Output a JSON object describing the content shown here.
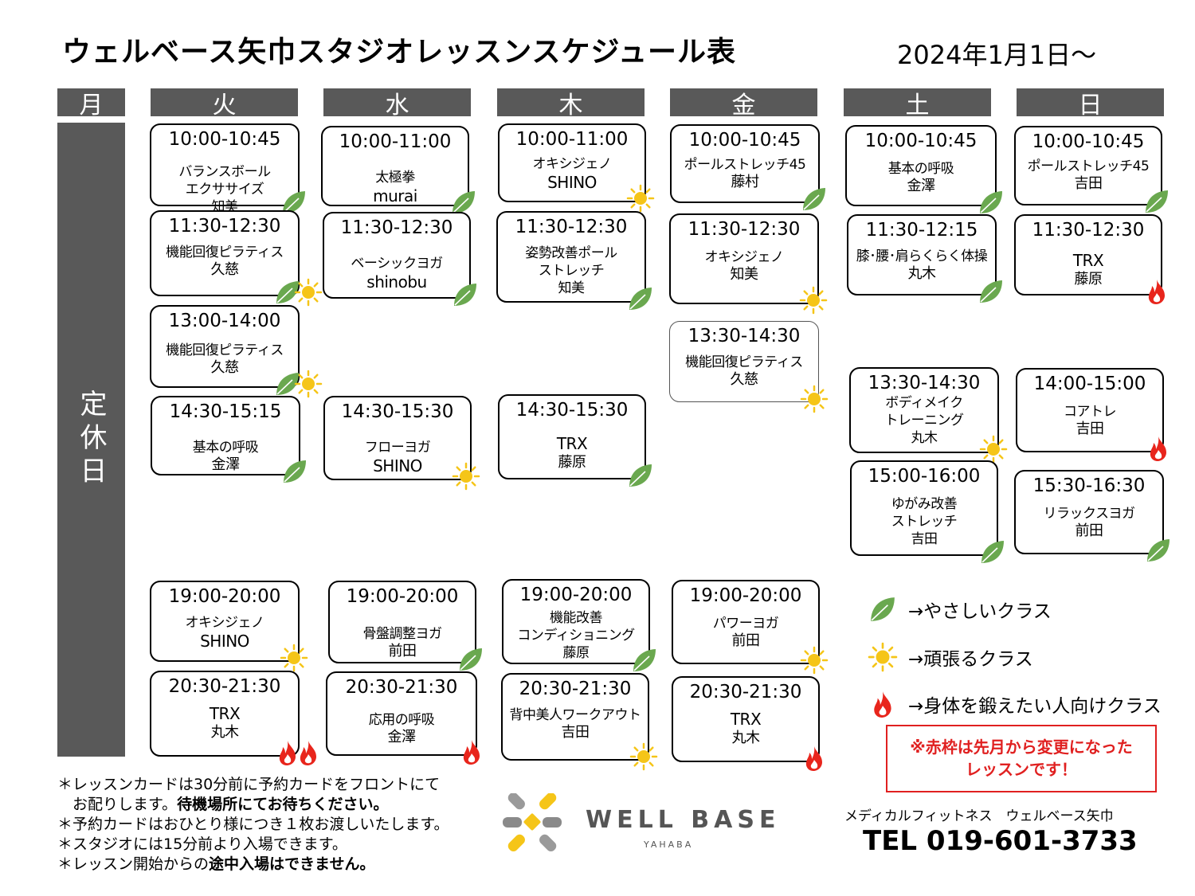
{
  "header": {
    "title": "ウェルベース矢巾スタジオレッスンスケジュール表",
    "date": "2024年1月1日～"
  },
  "days": [
    "月",
    "火",
    "水",
    "木",
    "金",
    "土",
    "日"
  ],
  "closed_label": "定休日",
  "lessons": {
    "tue": [
      {
        "time": "10:00-10:45",
        "lines": [
          "バランスボール",
          "エクササイズ",
          "知美"
        ],
        "icons": [
          "leaf-icon"
        ]
      },
      {
        "time": "11:30-12:30",
        "lines": [
          "機能回復ピラティス",
          "久慈"
        ],
        "icons": [
          "leaf-icon",
          "sun-icon"
        ]
      },
      {
        "time": "13:00-14:00",
        "lines": [
          "機能回復ピラティス",
          "久慈"
        ],
        "icons": [
          "leaf-icon",
          "sun-icon"
        ]
      },
      {
        "time": "14:30-15:15",
        "lines": [
          "基本の呼吸",
          "金澤"
        ],
        "icons": [
          "leaf-icon"
        ]
      },
      {
        "time": "19:00-20:00",
        "lines": [
          "オキシジェノ",
          "SHINO"
        ],
        "icons": [
          "sun-icon"
        ]
      },
      {
        "time": "20:30-21:30",
        "lines": [
          "TRX",
          "丸木"
        ],
        "icons": [
          "fire-icon",
          "fire-icon"
        ]
      }
    ],
    "wed": [
      {
        "time": "10:00-11:00",
        "lines": [
          "太極拳",
          "murai"
        ],
        "icons": [
          "leaf-icon"
        ]
      },
      {
        "time": "11:30-12:30",
        "lines": [
          "ベーシックヨガ",
          "shinobu"
        ],
        "icons": [
          "leaf-icon"
        ]
      },
      {
        "time": "14:30-15:30",
        "lines": [
          "フローヨガ",
          "SHINO"
        ],
        "icons": [
          "sun-icon"
        ]
      },
      {
        "time": "19:00-20:00",
        "lines": [
          "骨盤調整ヨガ",
          "前田"
        ],
        "icons": [
          "leaf-icon"
        ]
      },
      {
        "time": "20:30-21:30",
        "lines": [
          "応用の呼吸",
          "金澤"
        ],
        "icons": [
          "fire-icon"
        ]
      }
    ],
    "thu": [
      {
        "time": "10:00-11:00",
        "lines": [
          "オキシジェノ",
          "SHINO"
        ],
        "icons": [
          "sun-icon"
        ]
      },
      {
        "time": "11:30-12:30",
        "lines": [
          "姿勢改善ポール",
          "ストレッチ",
          "知美"
        ],
        "icons": [
          "leaf-icon"
        ]
      },
      {
        "time": "14:30-15:30",
        "lines": [
          "TRX",
          "藤原"
        ],
        "icons": [
          "leaf-icon"
        ]
      },
      {
        "time": "19:00-20:00",
        "lines": [
          "機能改善",
          "コンディショニング",
          "藤原"
        ],
        "icons": [
          "leaf-icon"
        ]
      },
      {
        "time": "20:30-21:30",
        "lines": [
          "背中美人ワークアウト",
          "吉田"
        ],
        "icons": [
          "sun-icon"
        ]
      }
    ],
    "fri": [
      {
        "time": "10:00-10:45",
        "lines": [
          "ポールストレッチ45",
          "藤村"
        ],
        "icons": [
          "leaf-icon"
        ]
      },
      {
        "time": "11:30-12:30",
        "lines": [
          "オキシジェノ",
          "知美"
        ],
        "icons": [
          "sun-icon"
        ]
      },
      {
        "time": "13:30-14:30",
        "lines": [
          "機能回復ピラティス",
          "久慈"
        ],
        "icons": [
          "sun-icon"
        ]
      },
      {
        "time": "19:00-20:00",
        "lines": [
          "パワーヨガ",
          "前田"
        ],
        "icons": [
          "sun-icon"
        ]
      },
      {
        "time": "20:30-21:30",
        "lines": [
          "TRX",
          "丸木"
        ],
        "icons": [
          "fire-icon"
        ]
      }
    ],
    "sat": [
      {
        "time": "10:00-10:45",
        "lines": [
          "基本の呼吸",
          "金澤"
        ],
        "icons": [
          "leaf-icon"
        ]
      },
      {
        "time": "11:30-12:15",
        "lines": [
          "膝･腰･肩らくらく体操",
          "丸木"
        ],
        "icons": [
          "leaf-icon"
        ]
      },
      {
        "time": "13:30-14:30",
        "lines": [
          "ボディメイク",
          "トレーニング",
          "丸木"
        ],
        "icons": [
          "sun-icon"
        ]
      },
      {
        "time": "15:00-16:00",
        "lines": [
          "ゆがみ改善",
          "ストレッチ",
          "吉田"
        ],
        "icons": [
          "leaf-icon"
        ]
      }
    ],
    "sun": [
      {
        "time": "10:00-10:45",
        "lines": [
          "ポールストレッチ45",
          "吉田"
        ],
        "icons": [
          "leaf-icon"
        ]
      },
      {
        "time": "11:30-12:30",
        "lines": [
          "TRX",
          "藤原"
        ],
        "icons": [
          "fire-icon"
        ]
      },
      {
        "time": "14:00-15:00",
        "lines": [
          "コアトレ",
          "吉田"
        ],
        "icons": [
          "fire-icon"
        ]
      },
      {
        "time": "15:30-16:30",
        "lines": [
          "リラックスヨガ",
          "前田"
        ],
        "icons": [
          "leaf-icon"
        ]
      }
    ]
  },
  "legend": [
    {
      "icon": "leaf-icon",
      "label": "→やさしいクラス"
    },
    {
      "icon": "sun-icon",
      "label": "→頑張るクラス"
    },
    {
      "icon": "fire-icon",
      "label": "→身体を鍛えたい人向けクラス"
    }
  ],
  "notice": [
    "※赤枠は先月から変更になった",
    "レッスンです！"
  ],
  "notes": [
    {
      "text": "＊レッスンカードは30分前に予約カードをフロントにて"
    },
    {
      "text": "　お配りします。",
      "bold": "待機場所にてお待ちください。"
    },
    {
      "text": "＊予約カードはおひとり様につき１枚お渡しいたします。"
    },
    {
      "text": "＊スタジオには15分前より入場できます。"
    },
    {
      "text": "＊レッスン開始からの",
      "bold": "途中入場はできません。"
    }
  ],
  "logo": {
    "name": "WELL BASE",
    "sub": "YAHABA"
  },
  "club_name": "メディカルフィットネス　ウェルベース矢巾",
  "tel": "TEL 019-601-3733",
  "colors": {
    "header_bg": "#595959",
    "leaf": "#6aa84f",
    "sun": "#f5c518",
    "fire": "#e8251c",
    "notice": "#e02020"
  }
}
